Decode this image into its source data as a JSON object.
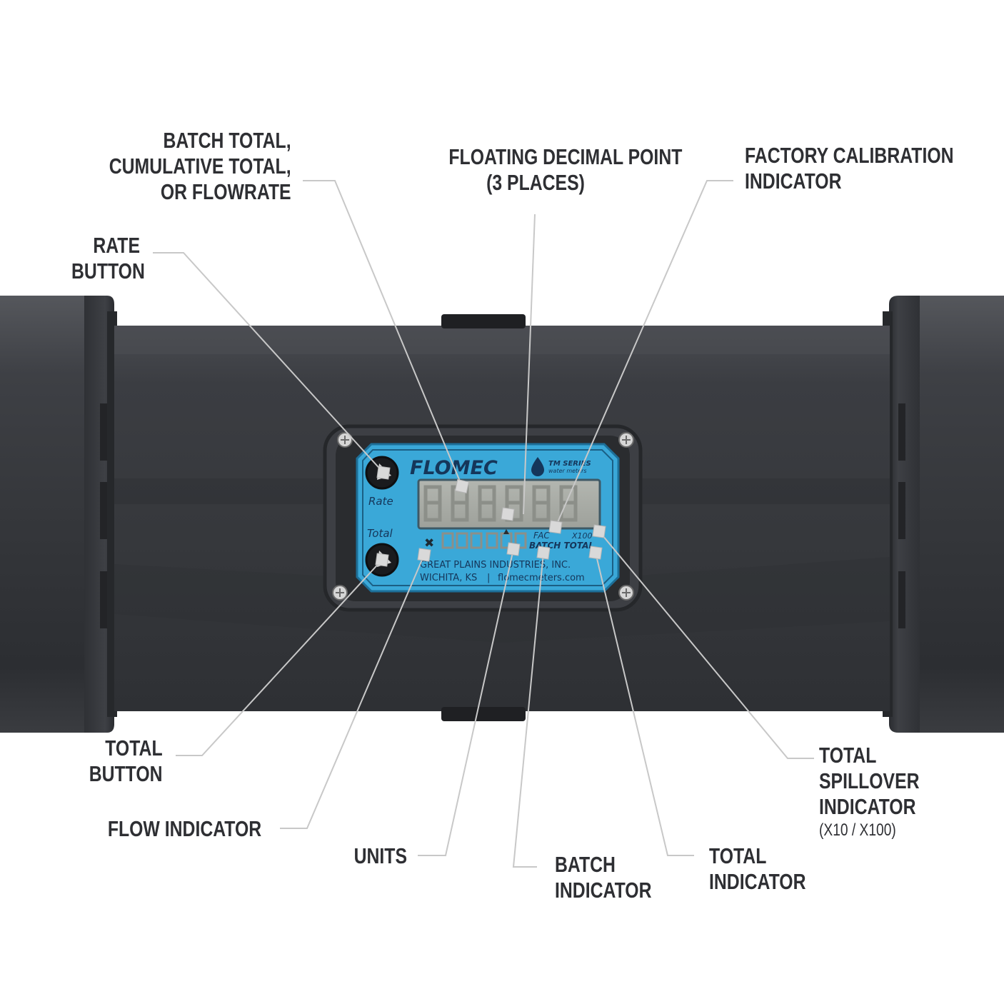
{
  "meter": {
    "brand": "FLOMEC",
    "series": "TM SERIES",
    "series_sub": "water meters",
    "rate_button_label": "Rate",
    "total_button_label": "Total",
    "fac_label": "FAC",
    "spillover_label": "X100",
    "batch_total_label": "BATCH TOTAL",
    "company": "GREAT PLAINS INDUSTRIES, INC.",
    "city": "WICHITA, KS",
    "separator": "|",
    "website": "flomecmeters.com"
  },
  "callouts": {
    "batch_total": [
      "BATCH TOTAL,",
      "CUMULATIVE TOTAL,",
      "OR FLOWRATE"
    ],
    "decimal_point": [
      "FLOATING DECIMAL POINT",
      "(3 PLACES)"
    ],
    "factory_calibration": [
      "FACTORY CALIBRATION",
      "INDICATOR"
    ],
    "rate_button": [
      "RATE",
      "BUTTON"
    ],
    "total_button": [
      "TOTAL",
      "BUTTON"
    ],
    "flow_indicator": [
      "FLOW INDICATOR"
    ],
    "units": [
      "UNITS"
    ],
    "batch_indicator": [
      "BATCH",
      "INDICATOR"
    ],
    "total_indicator": [
      "TOTAL",
      "INDICATOR"
    ],
    "spillover": [
      "TOTAL",
      "SPILLOVER",
      "INDICATOR"
    ],
    "spillover_sub": "(X10 / X100)"
  },
  "colors": {
    "pipe": "#3b3d42",
    "pipe_dark": "#2b2d31",
    "faceplate": "#3aa8d8",
    "lcd": "#a9aca6",
    "leader": "#c8c8c8",
    "text": "#2e2f33"
  }
}
